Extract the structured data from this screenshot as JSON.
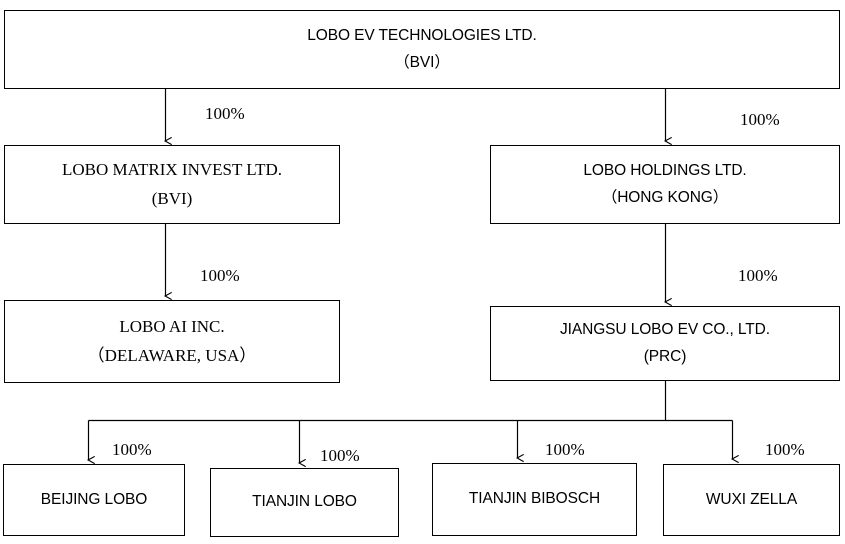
{
  "diagram": {
    "title": "LOBO EV Technologies corporate ownership structure",
    "background_color": "#ffffff",
    "line_color": "#000000",
    "text_color": "#000000"
  },
  "nodes": {
    "parent": {
      "name": "LOBO EV TECHNOLOGIES LTD.",
      "jurisdiction": "（BVI）"
    },
    "matrix": {
      "name": "LOBO MATRIX INVEST LTD.",
      "jurisdiction": "(BVI)"
    },
    "holdings": {
      "name": "LOBO HOLDINGS LTD.",
      "jurisdiction": "（HONG KONG）"
    },
    "ai": {
      "name": "LOBO AI INC.",
      "jurisdiction": "（DELAWARE, USA）"
    },
    "jiangsu": {
      "name": "JIANGSU LOBO EV CO., LTD.",
      "jurisdiction": "(PRC)"
    },
    "beijing": {
      "name": "BEIJING LOBO"
    },
    "tianjin_lobo": {
      "name": "TIANJIN LOBO"
    },
    "tianjin_bibosch": {
      "name": "TIANJIN BIBOSCH"
    },
    "wuxi": {
      "name": "WUXI ZELLA"
    }
  },
  "ownership_labels": {
    "parent_to_matrix": "100%",
    "parent_to_holdings": "100%",
    "matrix_to_ai": "100%",
    "holdings_to_jiangsu": "100%",
    "jiangsu_to_beijing": "100%",
    "jiangsu_to_tianjin_lobo": "100%",
    "jiangsu_to_tianjin_bibosch": "100%",
    "jiangsu_to_wuxi": "100%"
  },
  "chart_data": {
    "type": "diagram",
    "title": "LOBO EV TECHNOLOGIES LTD. corporate structure",
    "edges": [
      {
        "from": "LOBO EV TECHNOLOGIES LTD.",
        "to": "LOBO MATRIX INVEST LTD.",
        "label": "100%"
      },
      {
        "from": "LOBO EV TECHNOLOGIES LTD.",
        "to": "LOBO HOLDINGS LTD.",
        "label": "100%"
      },
      {
        "from": "LOBO MATRIX INVEST LTD.",
        "to": "LOBO AI INC.",
        "label": "100%"
      },
      {
        "from": "LOBO HOLDINGS LTD.",
        "to": "JIANGSU LOBO EV CO., LTD.",
        "label": "100%"
      },
      {
        "from": "JIANGSU LOBO EV CO., LTD.",
        "to": "BEIJING LOBO",
        "label": "100%"
      },
      {
        "from": "JIANGSU LOBO EV CO., LTD.",
        "to": "TIANJIN LOBO",
        "label": "100%"
      },
      {
        "from": "JIANGSU LOBO EV CO., LTD.",
        "to": "TIANJIN BIBOSCH",
        "label": "100%"
      },
      {
        "from": "JIANGSU LOBO EV CO., LTD.",
        "to": "WUXI ZELLA",
        "label": "100%"
      }
    ]
  }
}
